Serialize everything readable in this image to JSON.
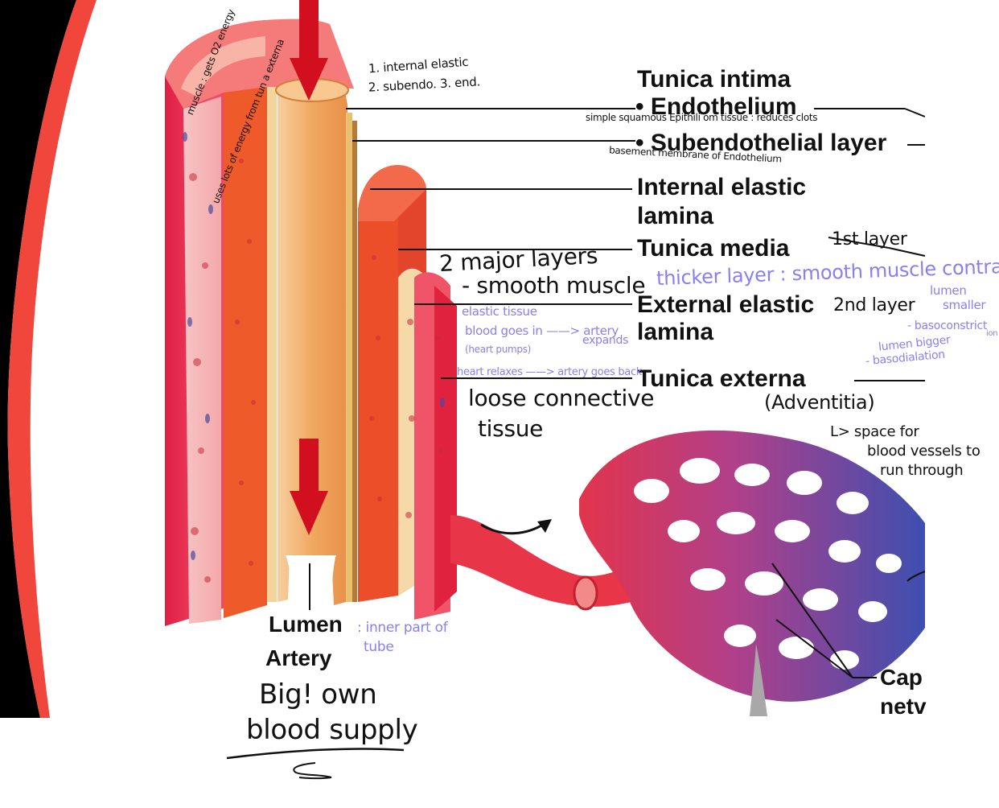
{
  "structure_labels": {
    "tunica_intima": "Tunica intima",
    "endothelium": "• Endothelium",
    "subendothelial": "• Subendothelial layer",
    "internal_elastic_1": "Internal elastic",
    "internal_elastic_2": "lamina",
    "tunica_media": "Tunica media",
    "external_elastic_1": "External elastic",
    "external_elastic_2": "lamina",
    "tunica_externa": "Tunica externa",
    "lumen": "Lumen",
    "artery": "Artery",
    "capillary_1": "Cap",
    "capillary_2": "netv"
  },
  "notes": {
    "intima_order_1": "1. internal elastic",
    "intima_order_2": "2. subendo. 3. end.",
    "endothelium_note": "simple squamous  Epithili om tissue : reduces clots",
    "subendothelial_note": "basement membrane of Endothelium",
    "energy_note_1": "muscle : gets O2 energy",
    "energy_note_2": "uses lots of energy  from tun a externa",
    "major_layers_1": "2 major layers",
    "major_layers_2": "- smooth muscle",
    "first_layer": "1st layer",
    "thicker_layer": "thicker layer : smooth muscle contracts",
    "second_layer": "2nd layer",
    "lumen_smaller_1": "lumen",
    "lumen_smaller_2": "smaller",
    "vasoconstriction": "- basoconstrict",
    "vasoconstriction_end": "ion",
    "lumen_bigger": "lumen bigger",
    "vasodilation": "- basodialation",
    "elastic_tissue": "elastic tissue",
    "blood_in_1": "blood goes in ——> artery",
    "blood_in_2": "(heart pumps)",
    "expands": "expands",
    "heart_relaxes": "heart relaxes ——> artery goes back",
    "loose_1": "loose connective",
    "loose_2": "tissue",
    "adventitia": "(Adventitia)",
    "space_1": "L> space for",
    "space_2": "blood vessels to",
    "space_3": "run through",
    "inner_1": ": inner part of",
    "inner_2": "tube",
    "own_supply_1": "Big! own",
    "own_supply_2": "blood supply"
  },
  "colors": {
    "artery_red": "#e8344a",
    "muscle_orange": "#ee5a2c",
    "intima_tan": "#f2b06a",
    "capillary_blue": "#5a55b0",
    "note_blue": "#8a7ff0"
  }
}
